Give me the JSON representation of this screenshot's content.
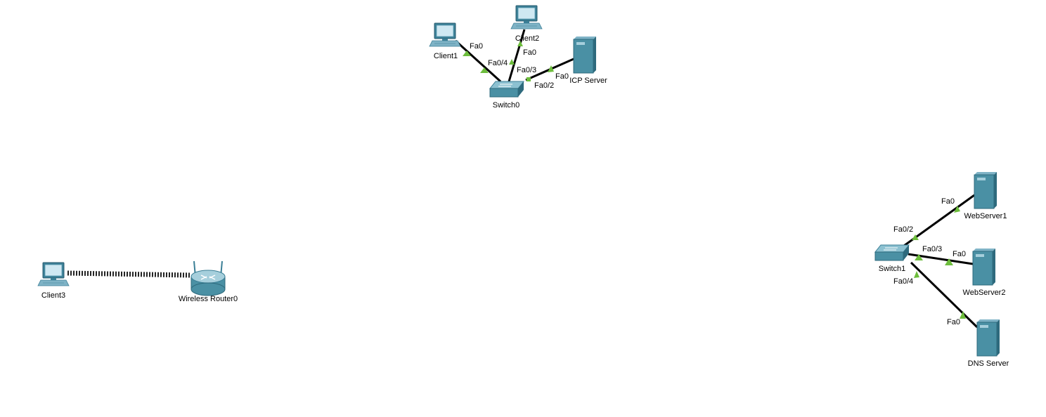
{
  "devices": {
    "client1": "Client1",
    "client2": "Client2",
    "client3": "Client3",
    "switch0": "Switch0",
    "switch1": "Switch1",
    "icp_server": "ICP Server",
    "webserver1": "WebServer1",
    "webserver2": "WebServer2",
    "dns_server": "DNS Server",
    "wireless_router": "Wireless Router0"
  },
  "ports": {
    "client1_fa0": "Fa0",
    "switch0_fa0_4": "Fa0/4",
    "client2_fa0": "Fa0",
    "switch0_fa0_3": "Fa0/3",
    "icp_fa0": "Fa0",
    "switch0_fa0_2": "Fa0/2",
    "ws1_fa0": "Fa0",
    "switch1_fa0_2": "Fa0/2",
    "switch1_fa0_3": "Fa0/3",
    "ws2_fa0": "Fa0",
    "switch1_fa0_4": "Fa0/4",
    "dns_fa0": "Fa0"
  },
  "colors": {
    "link_up": "#6dbd3c",
    "device": "#4a90a4"
  }
}
